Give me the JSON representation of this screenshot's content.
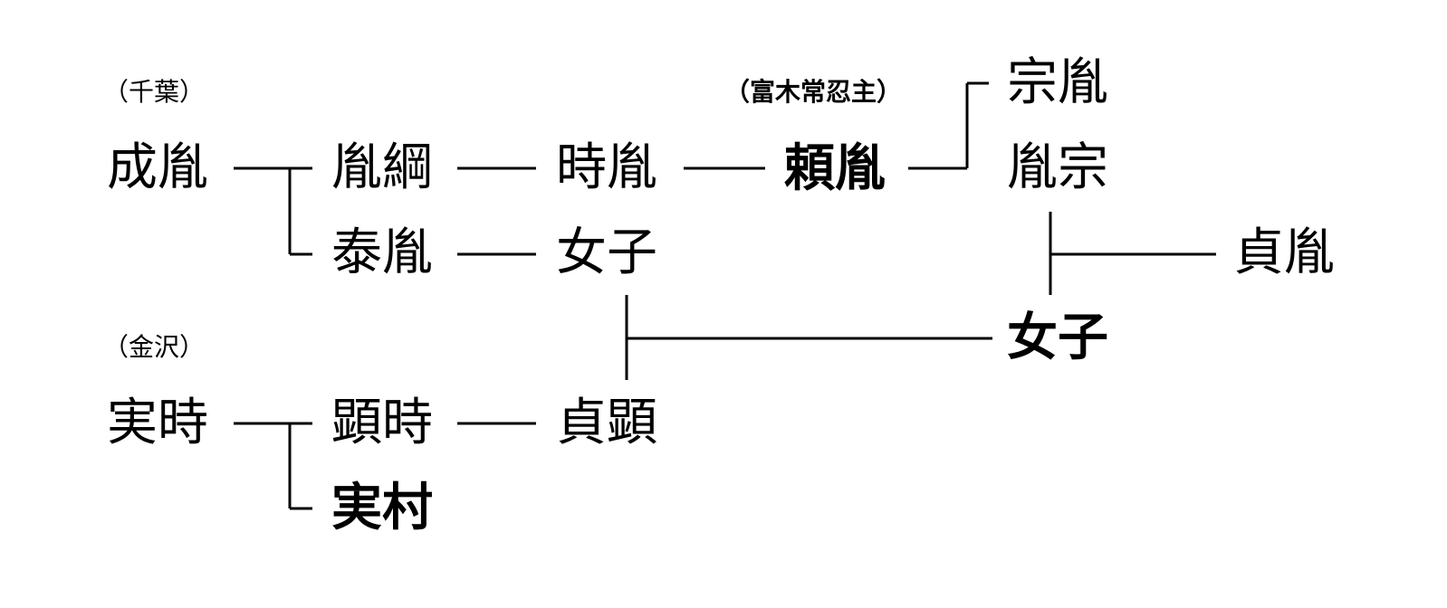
{
  "clans": {
    "chiba": "（千葉）",
    "kanazawa": "（金沢）",
    "tomiki": "（富木常忍主）"
  },
  "people": {
    "narutane": "成胤",
    "tanetsuna": "胤綱",
    "tokitane": "時胤",
    "yoritane": "頼胤",
    "munetane": "宗胤",
    "tanemune": "胤宗",
    "yasutane": "泰胤",
    "daughter_yasutane": "女子",
    "sadatane": "貞胤",
    "daughter_main": "女子",
    "sanetoki": "実時",
    "akitoki": "顕時",
    "sadaaki": "貞顕",
    "sanemura": "実村"
  }
}
